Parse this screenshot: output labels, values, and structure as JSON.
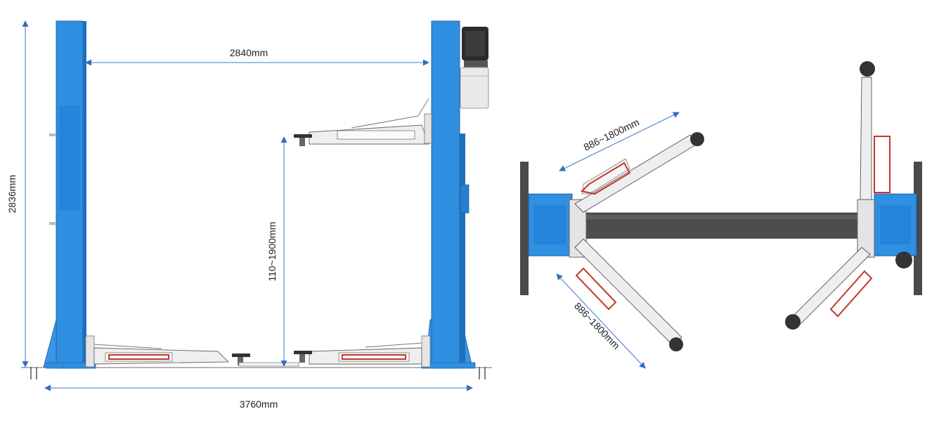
{
  "dimensions": {
    "column_spacing": "2840mm",
    "overall_height": "2836mm",
    "overall_width": "3760mm",
    "lift_height_range": "110~1900mm",
    "arm_reach_upper": "886~1800mm",
    "arm_reach_lower": "886~1800mm"
  },
  "colors": {
    "column": "#2f8fe0",
    "column_shadow": "#1f6fbf",
    "arm": "#eeeeee",
    "arm_stroke": "#555555",
    "pad_mark": "#c0392b",
    "dimension_line": "#3a7cc9",
    "base_beam": "#4a4a4a",
    "motor": "#2b2b2b"
  },
  "icons": [
    "arrow-head-icon",
    "motor-icon",
    "lift-pad-icon"
  ]
}
